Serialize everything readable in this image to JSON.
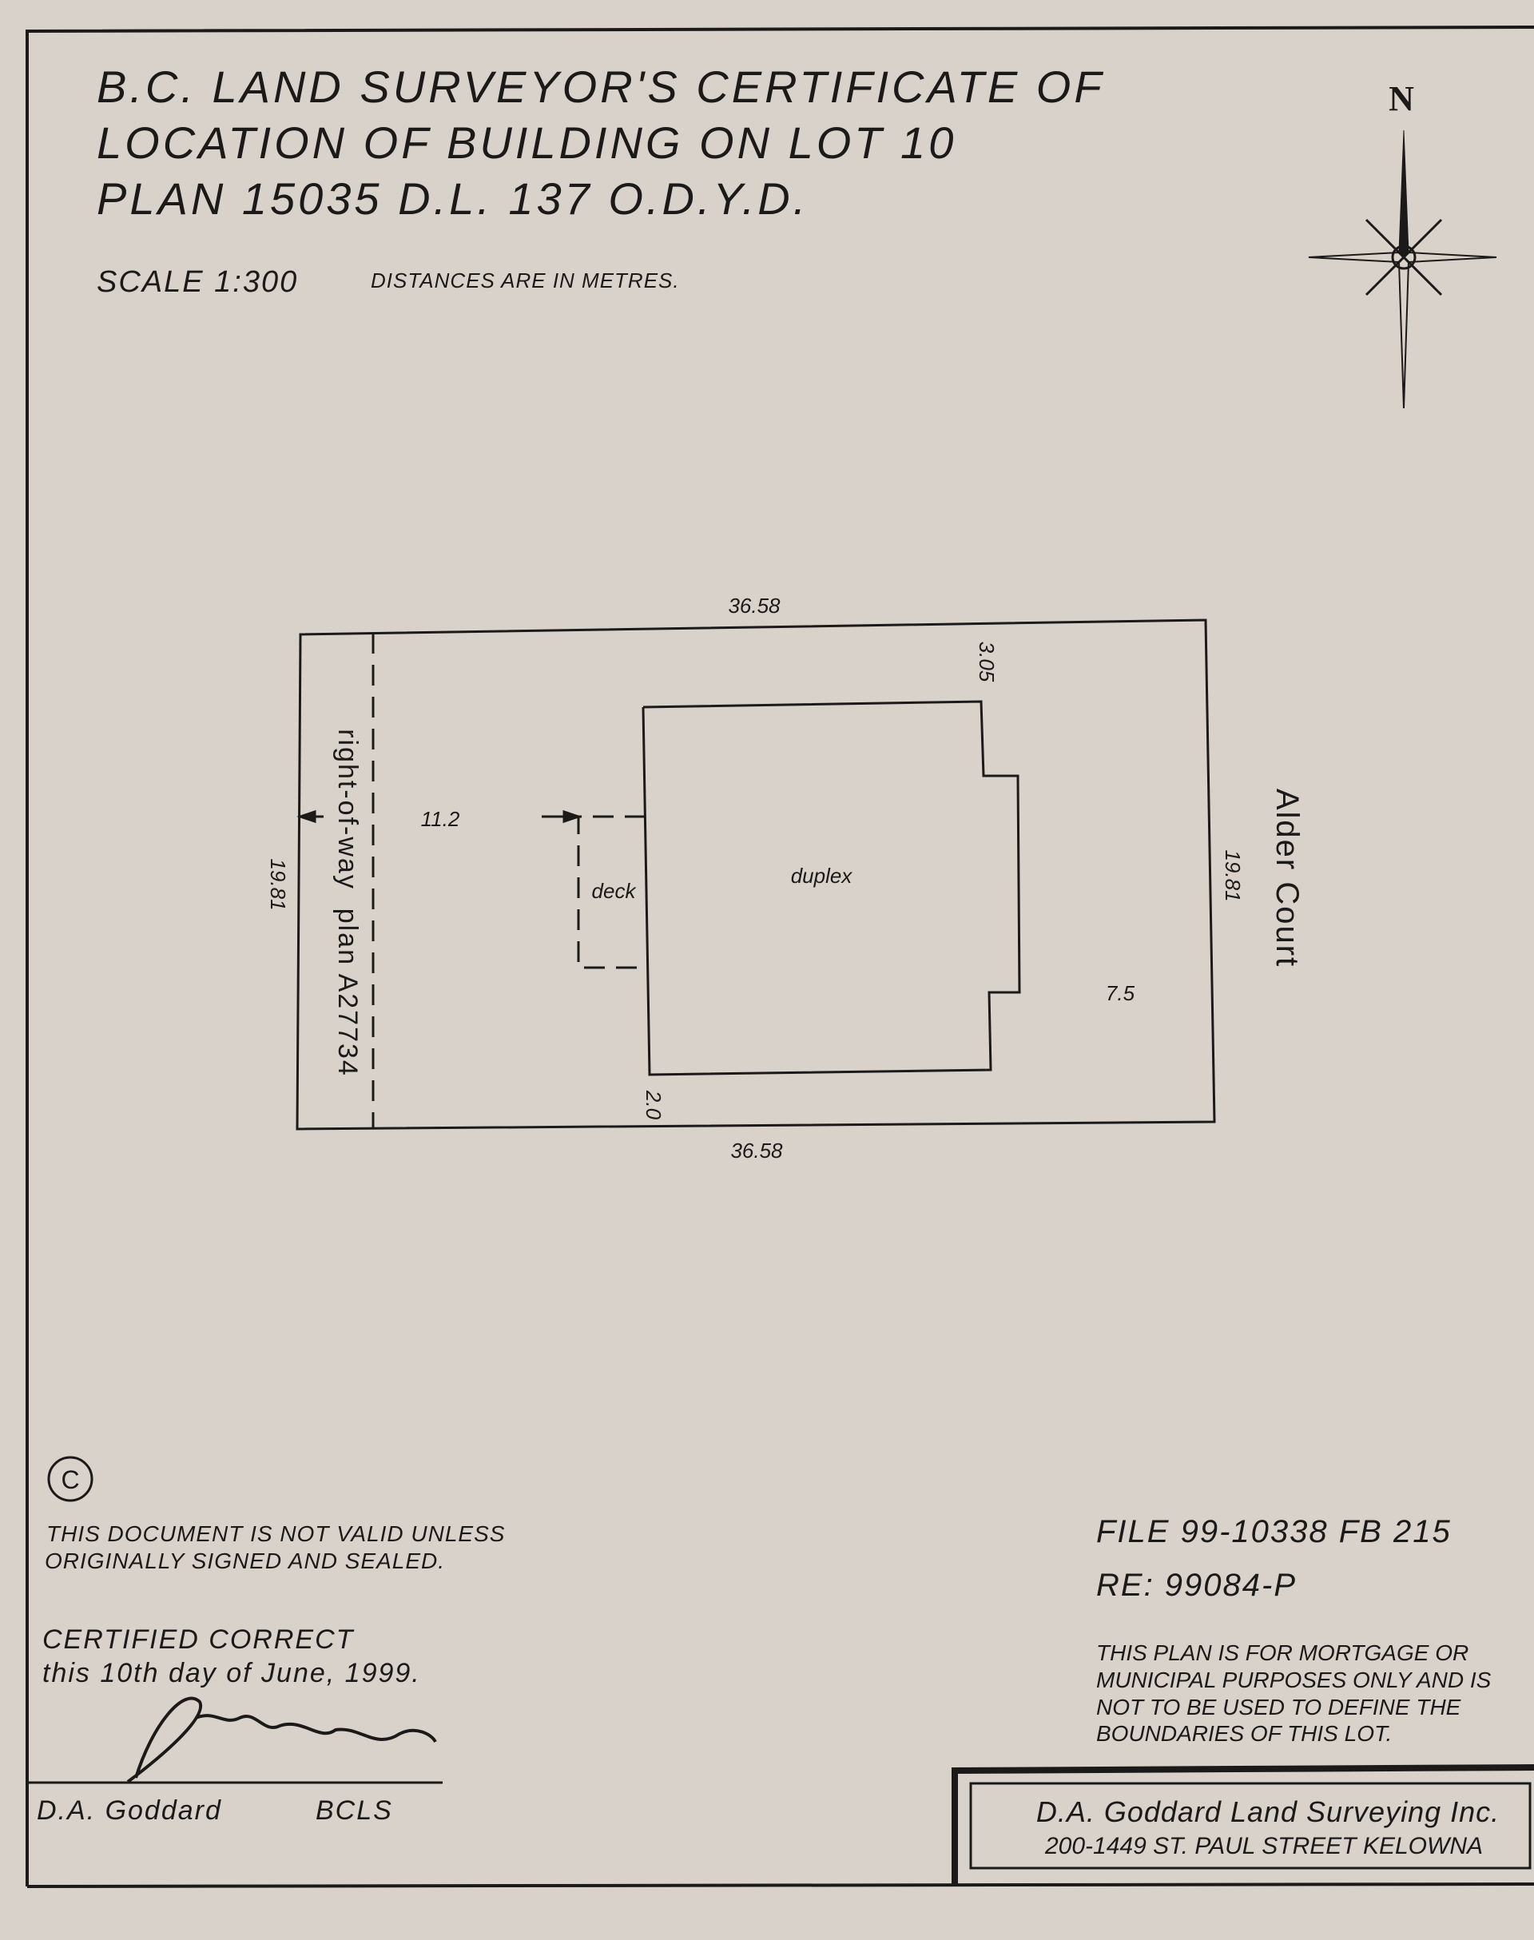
{
  "title": {
    "line1": "B.C. LAND SURVEYOR'S CERTIFICATE OF",
    "line2": "LOCATION OF BUILDING ON LOT 10",
    "line3": "PLAN 15035 D.L. 137 O.D.Y.D."
  },
  "scale": "SCALE 1:300",
  "units_note": "DISTANCES ARE IN METRES.",
  "north_label": "N",
  "plan": {
    "top_length": "36.58",
    "bottom_length": "36.58",
    "left_width": "19.81",
    "right_width": "19.81",
    "rear_setback": "11.2",
    "front_setback": "7.5",
    "side_setback_top": "3.05",
    "side_setback_bottom": "2.0",
    "deck_label": "deck",
    "building_label": "duplex",
    "street_label": "Alder Court",
    "row_label": "right-of-way  plan A27734"
  },
  "copyright_symbol": "C",
  "validity_note": [
    "THIS DOCUMENT IS NOT VALID UNLESS",
    "ORIGINALLY SIGNED AND SEALED."
  ],
  "certification": [
    "CERTIFIED CORRECT",
    "this 10th day of June, 1999."
  ],
  "signature": {
    "name": "D.A. Goddard",
    "designation": "BCLS"
  },
  "file_ref": "FILE 99-10338 FB 215",
  "re_ref": "RE: 99084-P",
  "disclaimer": [
    "THIS PLAN IS FOR MORTGAGE OR",
    "MUNICIPAL PURPOSES ONLY AND IS",
    "NOT TO BE USED TO DEFINE THE",
    "BOUNDARIES OF THIS LOT."
  ],
  "company": {
    "name": "D.A. Goddard Land Surveying Inc.",
    "address": "200-1449 ST. PAUL STREET KELOWNA"
  }
}
